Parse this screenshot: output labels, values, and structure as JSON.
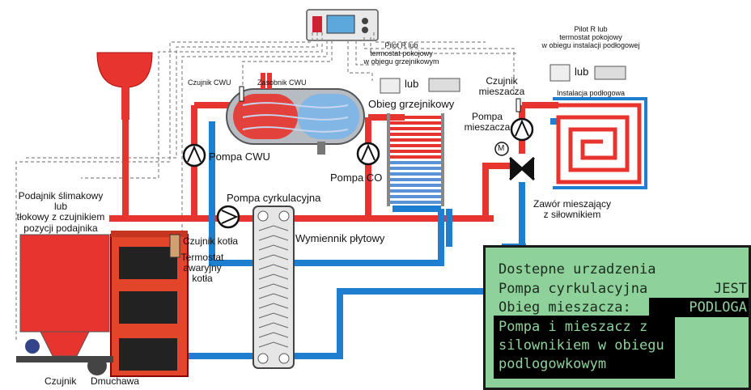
{
  "labels": {
    "pilot_co": [
      "Pilot R lub",
      "termostat pokojowy",
      "w obiegu grzejnikowym"
    ],
    "pilot_floor": [
      "Pilot R lub",
      "termostat pokojowy",
      "w obiegu instalacji podłogowej"
    ],
    "lub_left": "lub",
    "lub_right": "lub",
    "zasobnik": "Zasobnik CWU",
    "czujnik_cwu": "Czujnik CWU",
    "obieg_grzejnikowy": "Obieg grzejnikowy",
    "czujnik_mieszacza": [
      "Czujnik",
      "mieszacza"
    ],
    "pompa_mieszacza": [
      "Pompa",
      "mieszacza"
    ],
    "instalacja_podlogowa": "Instalacja podłogowa",
    "pompa_cwu": "Pompa CWU",
    "pompa_co": "Pompa CO",
    "pompa_cyrkulacyjna": "Pompa cyrkulacyjna",
    "zawor": [
      "Zawór mieszający",
      "z siłownikiem"
    ],
    "podajnik": [
      "Podajnik ślimakowy",
      "lub",
      "tłokowy z czujnikiem",
      "pozycji podajnika"
    ],
    "czujnik_kotla": "Czujnik kotła",
    "termostat": [
      "Termostat",
      "awaryjny",
      "kotła"
    ],
    "wymiennik": "Wymiennik płytowy",
    "czujnik": "Czujnik",
    "dmuchawa": "Dmuchawa",
    "motor_letter": "M"
  },
  "lcd": {
    "line1": "Dostepne urzadzenia",
    "line2_label": "Pompa cyrkulacyjna",
    "line2_value": "JEST",
    "line3_label": "Obieg mieszacza:",
    "line3_value": "PODLOGA",
    "desc": [
      "Pompa i mieszacz z",
      "silownikiem w obiegu",
      "podlogowkowym"
    ]
  },
  "colors": {
    "hot": "#e8342e",
    "cold": "#1e7fd0",
    "boiler": "#e3452b",
    "lcd_bg": "#8fd19b",
    "lcd_text": "#1b2a1d"
  }
}
